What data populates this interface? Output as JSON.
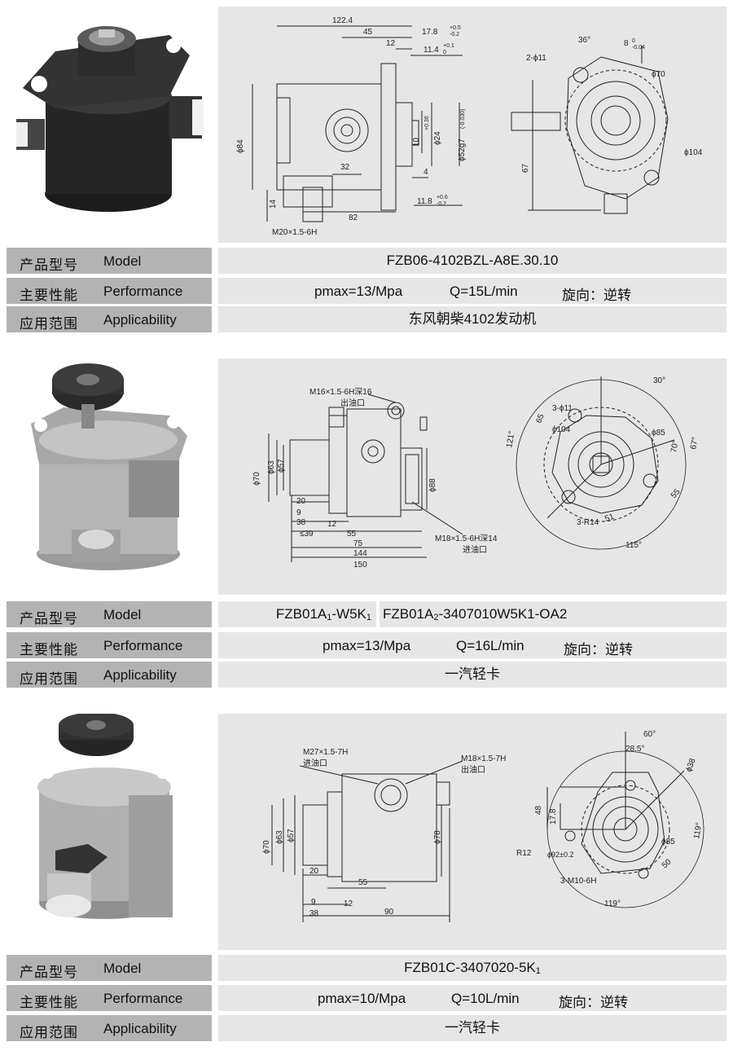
{
  "labels": {
    "model_zh": "产品型号",
    "model_en": "Model",
    "performance_zh": "主要性能",
    "performance_en": "Performance",
    "applicability_zh": "应用范围",
    "applicability_en": "Applicability"
  },
  "products": [
    {
      "model": "FZB06-4102BZL-A8E.30.10",
      "pmax": "pmax=13/Mpa",
      "flow": "Q=15L/min",
      "rotation": "旋向：逆转",
      "applicability": "东风朝柴4102发动机",
      "dims": {
        "d1": "122.4",
        "d2": "45",
        "d3": "12",
        "d4": "17.8",
        "d5": "11.4",
        "d6": "ϕ84",
        "d7": "32",
        "d8": "10",
        "d9": "ϕ24",
        "d10": "ϕ52g7",
        "d11": "4",
        "d12": "14",
        "d13": "82",
        "d14": "11.8",
        "d15": "M20×1.5-6H",
        "d16": "36°",
        "d17": "8",
        "d18": "2-ϕ11",
        "d19": "ϕ70",
        "d20": "67",
        "d21": "ϕ104",
        "t1": "+0.5",
        "t2": "-0.2",
        "t3": "+0.1",
        "t4": "0",
        "t5": "0",
        "t6": "-0.04",
        "t7": "(-0.030)",
        "t8": "+0.36",
        "t9": "+0.6"
      }
    },
    {
      "model_a": "FZB01A",
      "model_a_sub": "1",
      "model_a_rest": "-W5K",
      "model_a_sub2": "1",
      "model_b": "FZB01A",
      "model_b_sub": "2",
      "model_b_rest": "-3407010W5K1-OA2",
      "pmax": "pmax=13/Mpa",
      "flow": "Q=16L/min",
      "rotation": "旋向：逆转",
      "applicability": "一汽轻卡",
      "dims": {
        "m16": "M16×1.5-6H深16",
        "outlet": "出油口",
        "p70": "ϕ70",
        "p63": "ϕ63",
        "p57": "ϕ57",
        "p88": "ϕ88",
        "d20": "20",
        "d9": "9",
        "d38": "38",
        "d39": "≤39",
        "d12": "12",
        "d55": "55",
        "d75": "75",
        "d144": "144",
        "d150": "150",
        "m18": "M18×1.5-6H深14",
        "inlet": "进油口",
        "a30": "30°",
        "a121": "121°",
        "d65": "65",
        "h11": "3-ϕ11",
        "p104": "ϕ104",
        "p85": "ϕ85",
        "a70": "70°",
        "a67": "67°",
        "d55r": "55",
        "r14": "3-R14",
        "d51": "51",
        "a115": "115°"
      }
    },
    {
      "model": "FZB01C-3407020-5K",
      "model_sub": "1",
      "pmax": "pmax=10/Mpa",
      "flow": "Q=10L/min",
      "rotation": "旋向：逆转",
      "applicability": "一汽轻卡",
      "dims": {
        "m27": "M27×1.5-7H",
        "inlet": "进油口",
        "m18": "M18×1.5-7H",
        "outlet": "出油口",
        "p70": "ϕ70",
        "p63": "ϕ63",
        "p57": "ϕ57",
        "p78": "ϕ78",
        "d20": "20",
        "d55": "55",
        "d9": "9",
        "d12": "12",
        "d38": "38",
        "d90": "90",
        "a60": "60°",
        "a28": "28.5°",
        "p38": "ϕ38",
        "d48": "48",
        "d17": "17.8",
        "p85": "ϕ85",
        "a119": "119°",
        "r12": "R12",
        "p92": "ϕ92±0.2",
        "d50": "50",
        "m10": "3-M10-6H",
        "a119b": "119°"
      }
    }
  ]
}
